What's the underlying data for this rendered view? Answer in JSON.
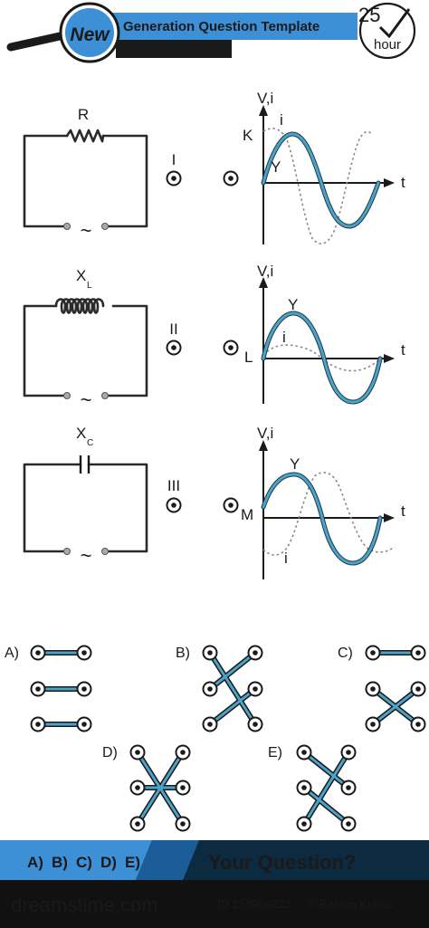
{
  "header": {
    "badge": "New",
    "title": "Generation Question Template",
    "subtitle": "NEW DESIGN",
    "timer_value": "25",
    "timer_unit": "hour"
  },
  "circuits": [
    {
      "component_label": "R",
      "roman": "I"
    },
    {
      "component_label": "X",
      "component_sub": "L",
      "roman": "II"
    },
    {
      "component_label": "X",
      "component_sub": "C",
      "roman": "III"
    }
  ],
  "source_symbol": "~",
  "graphs": [
    {
      "axis_y": "V,i",
      "axis_x": "t",
      "point_label": "K",
      "y_label": "Y",
      "i_label": "i"
    },
    {
      "axis_y": "V,i",
      "axis_x": "t",
      "point_label": "L",
      "y_label": "Y",
      "i_label": "i"
    },
    {
      "axis_y": "V,i",
      "axis_x": "t",
      "point_label": "M",
      "y_label": "Y",
      "i_label": "i"
    }
  ],
  "options": [
    {
      "letter": "A)",
      "links": [
        [
          0,
          0
        ],
        [
          1,
          1
        ],
        [
          2,
          2
        ]
      ]
    },
    {
      "letter": "B)",
      "links": [
        [
          0,
          2
        ],
        [
          1,
          0
        ],
        [
          2,
          1
        ]
      ]
    },
    {
      "letter": "C)",
      "links": [
        [
          0,
          0
        ],
        [
          1,
          2
        ],
        [
          2,
          1
        ]
      ]
    },
    {
      "letter": "D)",
      "links": [
        [
          0,
          2
        ],
        [
          1,
          1
        ],
        [
          2,
          0
        ]
      ]
    },
    {
      "letter": "E)",
      "links": [
        [
          0,
          1
        ],
        [
          1,
          2
        ],
        [
          2,
          0
        ]
      ]
    }
  ],
  "footer": {
    "answers": [
      "A)",
      "B)",
      "C)",
      "D)",
      "E)"
    ],
    "question": "Your Question?",
    "watermark": "dreamstime.com",
    "image_id": "ID 259909223",
    "author": "© Bahtim Kirbas"
  },
  "colors": {
    "accent": "#3d8fd6",
    "wave": "#4aa3c8",
    "dark": "#1a1a1a",
    "bar": "#0c2a40"
  }
}
